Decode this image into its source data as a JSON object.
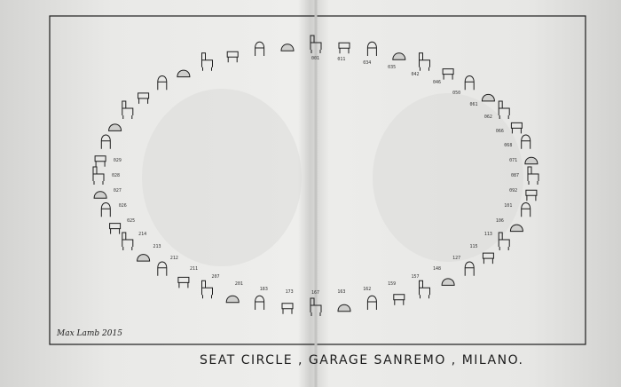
{
  "caption": "SEAT CIRCLE , GARAGE SANREMO , MILANO.",
  "signature": "Max Lamb 2015",
  "seat_numbers": [
    "001",
    "011",
    "034",
    "035",
    "042",
    "046",
    "050",
    "061",
    "062",
    "066",
    "068",
    "071",
    "087",
    "092",
    "101",
    "106",
    "113",
    "115",
    "127",
    "148",
    "157",
    "159",
    "162",
    "163",
    "167",
    "173",
    "183",
    "201",
    "207",
    "211",
    "212",
    "213",
    "214",
    "025",
    "026",
    "027",
    "028",
    "029"
  ],
  "colors": {
    "ink": "#1d1d1d",
    "paper": "#ececea",
    "fold": "#cfcfcd"
  }
}
